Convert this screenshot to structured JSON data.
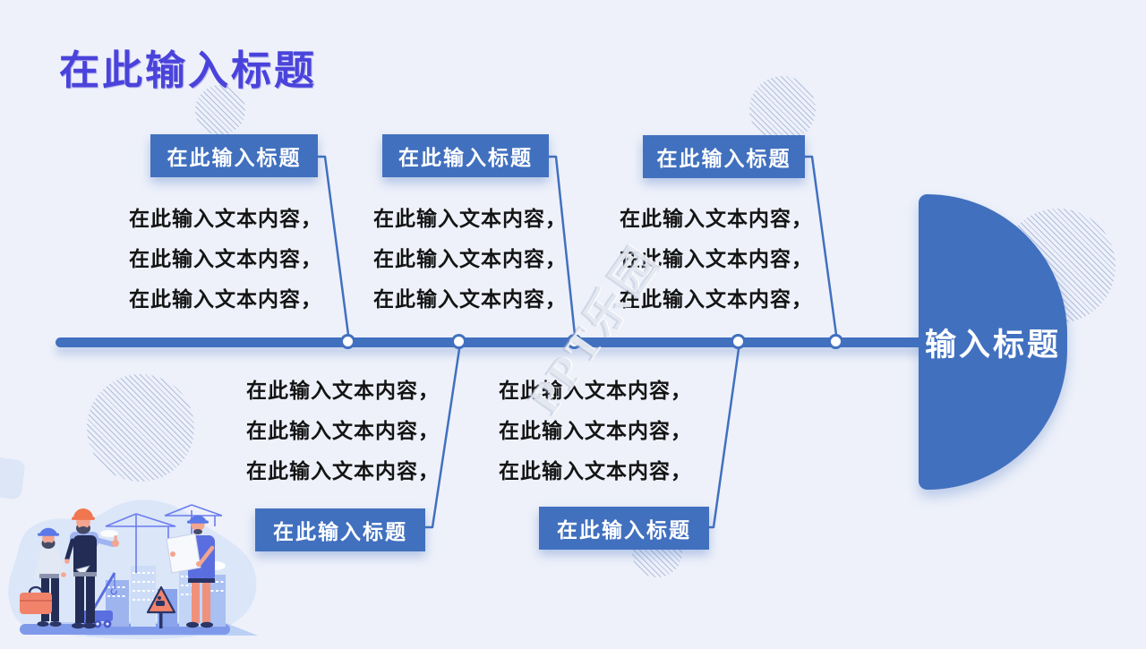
{
  "title": "在此输入标题",
  "watermark": "PPT乐园",
  "colors": {
    "background": "#EEF1FA",
    "primary_blue": "#4170BF",
    "title_text": "#4A43DB",
    "body_text": "#141414",
    "box_text": "#FFFFFF"
  },
  "fishbone": {
    "head": "输入标题",
    "top_branches": [
      {
        "label": "在此输入标题",
        "lines": [
          "在此输入文本内容，",
          "在此输入文本内容，",
          "在此输入文本内容，"
        ]
      },
      {
        "label": "在此输入标题",
        "lines": [
          "在此输入文本内容，",
          "在此输入文本内容，",
          "在此输入文本内容，"
        ]
      },
      {
        "label": "在此输入标题",
        "lines": [
          "在此输入文本内容，",
          "在此输入文本内容，",
          "在此输入文本内容，"
        ]
      }
    ],
    "bottom_branches": [
      {
        "label": "在此输入标题",
        "lines": [
          "在此输入文本内容，",
          "在此输入文本内容，",
          "在此输入文本内容，"
        ]
      },
      {
        "label": "在此输入标题",
        "lines": [
          "在此输入文本内容，",
          "在此输入文本内容，",
          "在此输入文本内容，"
        ]
      }
    ]
  }
}
